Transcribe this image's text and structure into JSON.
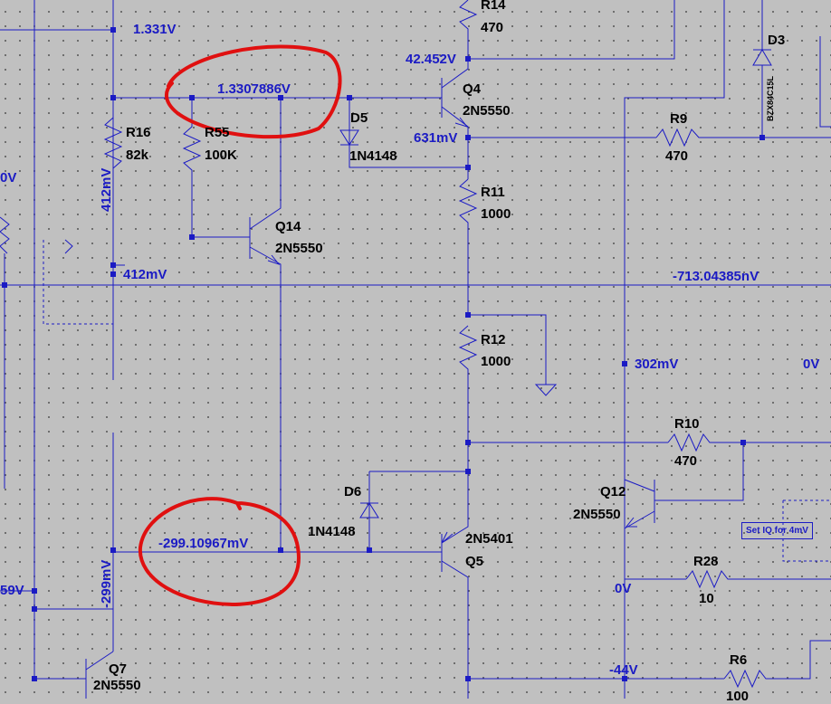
{
  "components": {
    "r14": {
      "ref": "R14",
      "value": "470"
    },
    "q4": {
      "ref": "Q4",
      "value": "2N5550"
    },
    "d3": {
      "ref": "D3",
      "value": "BZX84C15L"
    },
    "r16": {
      "ref": "R16",
      "value": "82k"
    },
    "r55": {
      "ref": "R55",
      "value": "100K"
    },
    "d5": {
      "ref": "D5",
      "value": "1N4148"
    },
    "r9": {
      "ref": "R9",
      "value": "470"
    },
    "r11": {
      "ref": "R11",
      "value": "1000"
    },
    "q14": {
      "ref": "Q14",
      "value": "2N5550"
    },
    "r12": {
      "ref": "R12",
      "value": "1000"
    },
    "r10": {
      "ref": "R10",
      "value": "470"
    },
    "d6": {
      "ref": "D6",
      "value": "1N4148"
    },
    "q5": {
      "ref": "Q5",
      "value": "2N5401"
    },
    "q12": {
      "ref": "Q12",
      "value": "2N5550"
    },
    "r28": {
      "ref": "R28",
      "value": "10"
    },
    "q7": {
      "ref": "Q7",
      "value": "2N5550"
    },
    "r6": {
      "ref": "R6",
      "value": "100"
    }
  },
  "voltages": {
    "v_1331": "1.331V",
    "v_42452": "42.452V",
    "v_13307886": "1.3307886V",
    "v_631": "631mV",
    "v_412_vert": "412mV",
    "v_0_left": "0V",
    "v_412": "412mV",
    "v_71304385": "-713.04385nV",
    "v_302": "302mV",
    "v_0_right": "0V",
    "v_29910967": "-299.10967mV",
    "v_299_vert": "-299mV",
    "v_59": "59V",
    "v_0_q12": "0V",
    "v_44": "-44V"
  },
  "annotation": {
    "set_iq": "Set IQ for 4mV"
  },
  "colors": {
    "wire": "#1b1bc4",
    "highlight": "#e01010",
    "text": "#000000",
    "voltage_text": "#1b1bc4"
  }
}
